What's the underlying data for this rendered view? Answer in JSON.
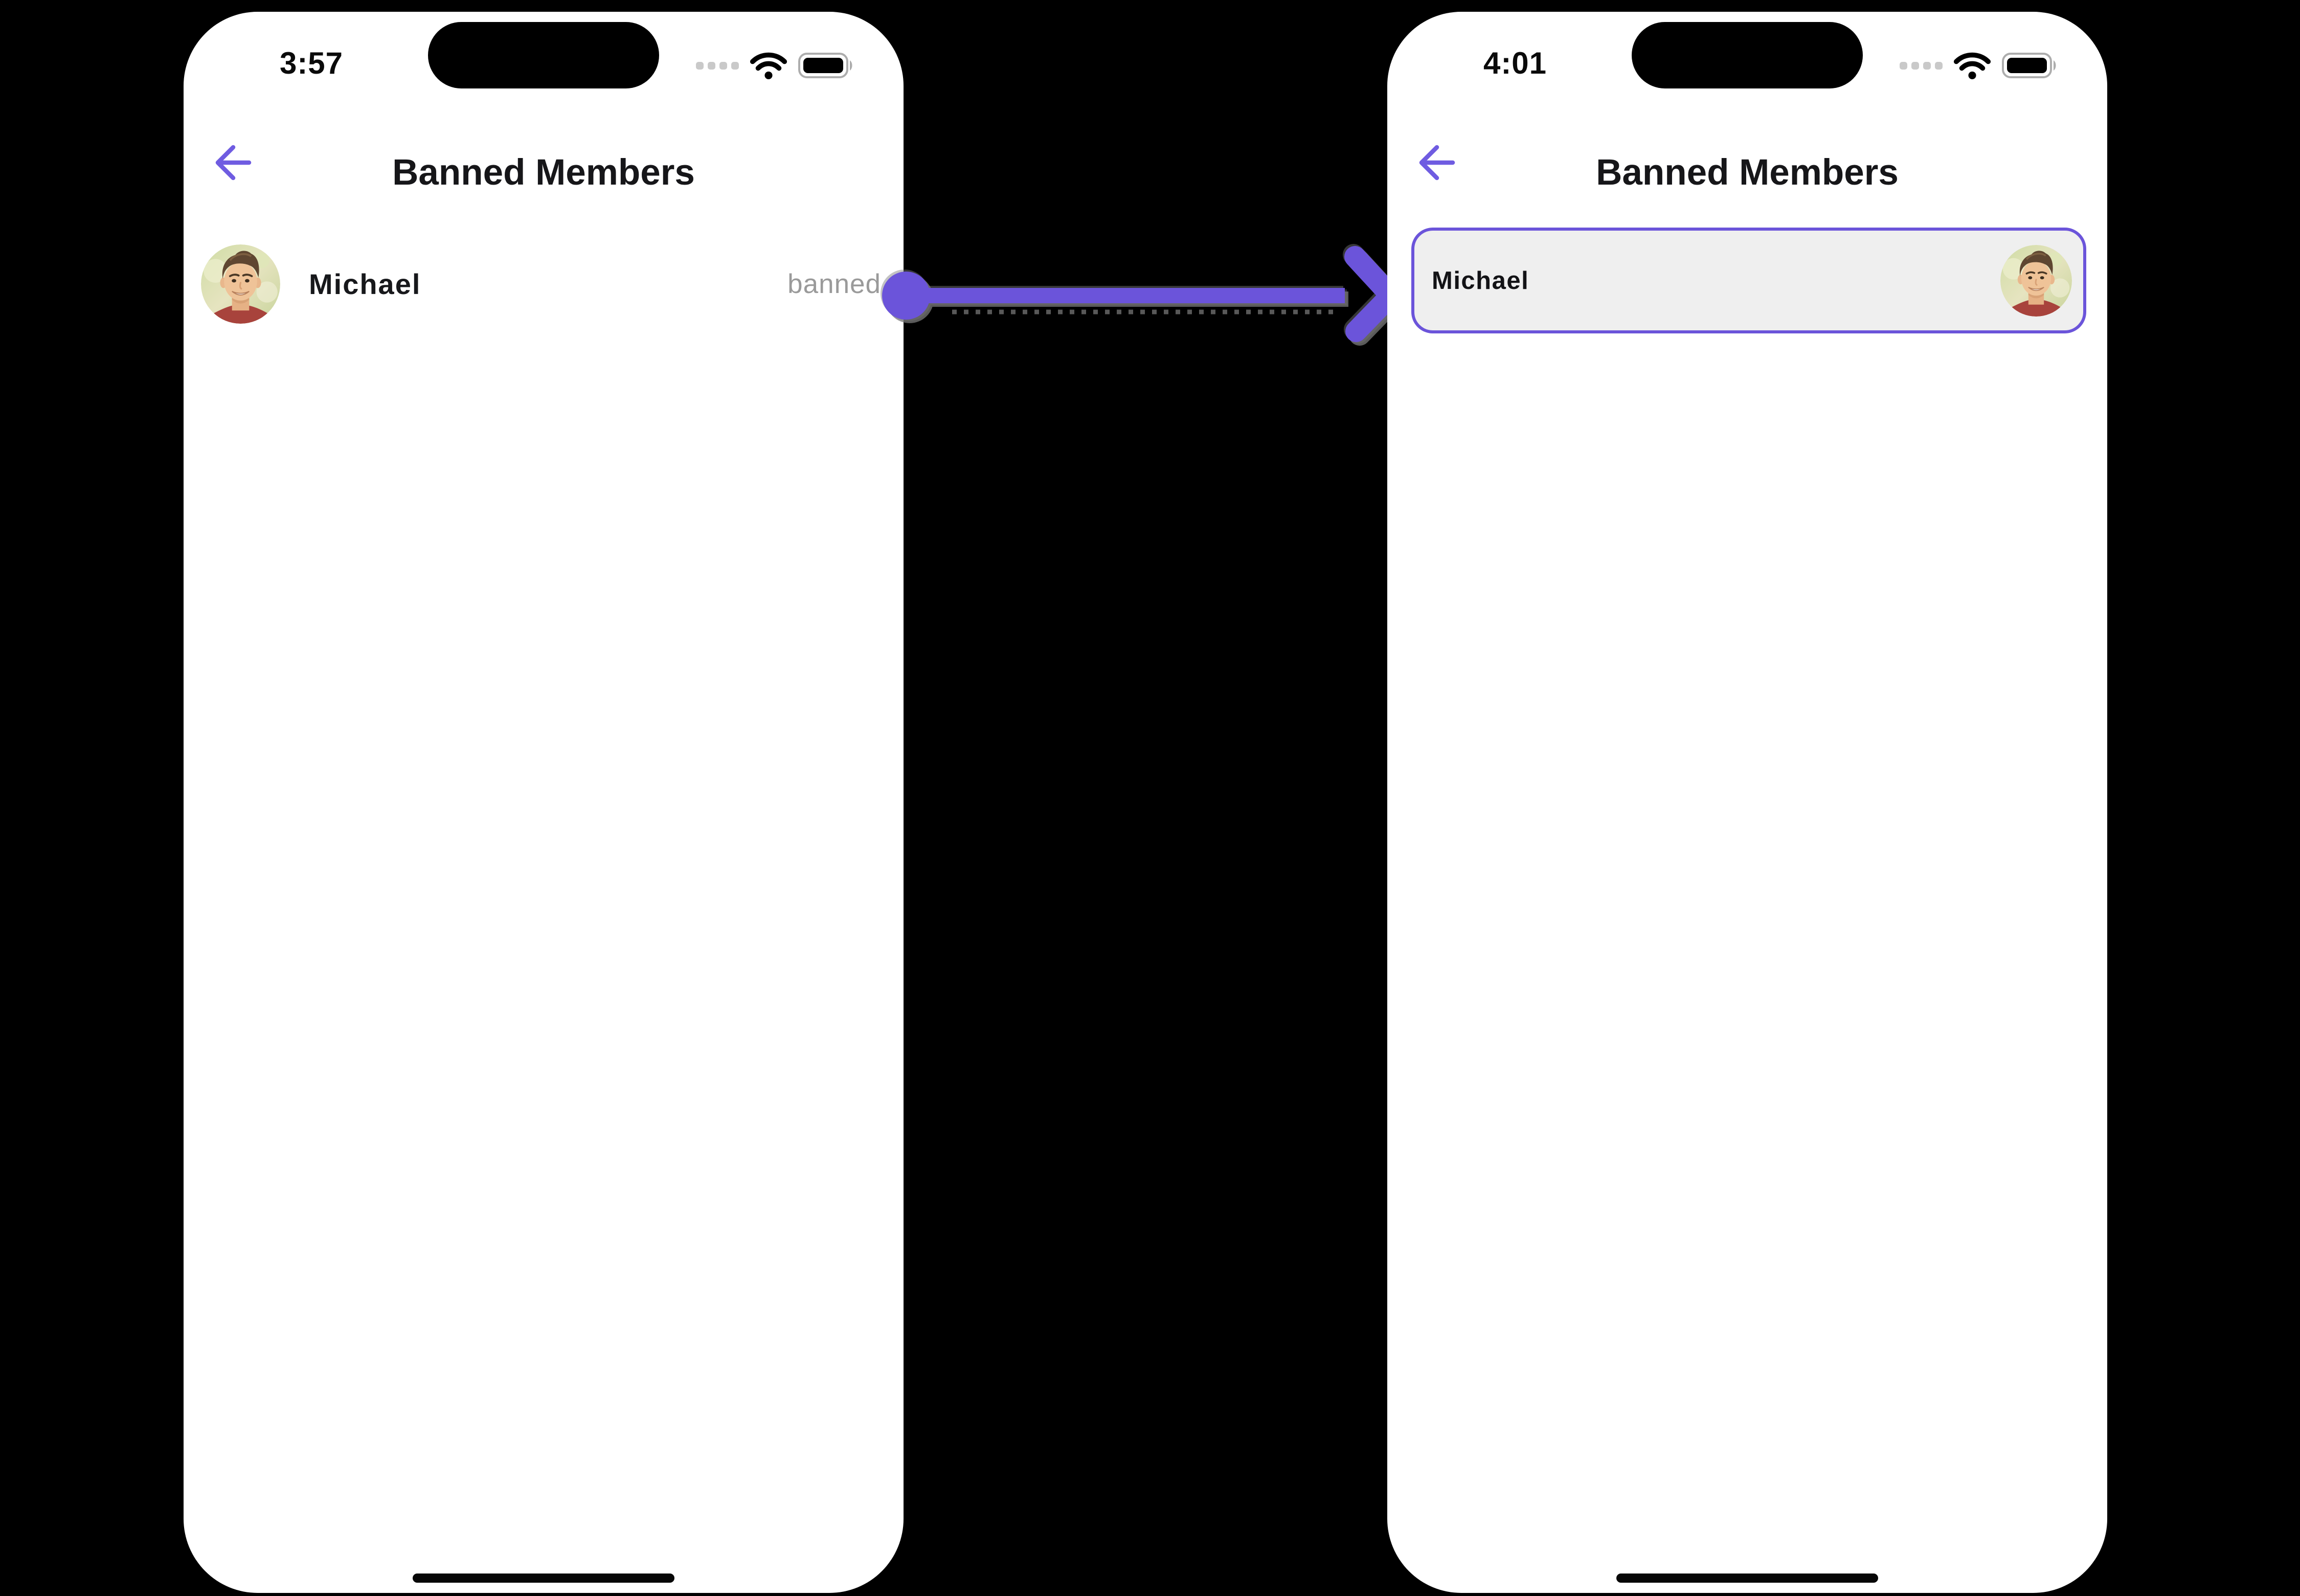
{
  "colors": {
    "background": "#000000",
    "accent_purple": "#6B54DA",
    "phone_background": "#FFFFFF",
    "card_background": "#EFEFEF",
    "card_border": "#6B54DA",
    "banned_label_text": "#9A9A9A",
    "title_text": "#161619",
    "status_icon_gray": "#C9C9C9"
  },
  "icons": {
    "back": "arrow-left-icon",
    "cellular": "cellular-dots-icon",
    "wifi": "wifi-icon",
    "battery": "battery-full-icon",
    "home": "home-indicator"
  },
  "screens": {
    "before": {
      "status_bar": {
        "time": "3:57"
      },
      "header": {
        "title": "Banned Members"
      },
      "members": [
        {
          "name": "Michael",
          "status": "banned"
        }
      ]
    },
    "after": {
      "status_bar": {
        "time": "4:01"
      },
      "header": {
        "title": "Banned Members"
      },
      "members": [
        {
          "name": "Michael"
        }
      ]
    }
  },
  "annotation": {
    "type": "arrow",
    "direction": "left-to-right"
  }
}
